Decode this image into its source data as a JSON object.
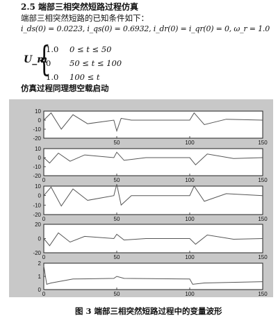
{
  "section": {
    "heading": "2.5 端部三相突然短路过程仿真"
  },
  "intro": "端部三相突然短路的已知条件如下：",
  "init_conditions": "i_ds(0) = 0.0223, i_qs(0) = 0.6932, i_dr(0) = i_qr(0) = 0, ω_r = 1.0",
  "voltage": {
    "symbol": "U_m",
    "cases": [
      {
        "value": "1.0",
        "condition": "0 ≤ t ≤ 50"
      },
      {
        "value": "0",
        "condition": "50 ≤ t ≤ 100"
      },
      {
        "value": "1.0",
        "condition": "100 ≤ t"
      }
    ]
  },
  "sim_note": "仿真过程同理想空载启动",
  "figure": {
    "caption": "图 3  端部三相突然短路过程中的变量波形",
    "colors": {
      "frame": "#c8c8c8",
      "panel": "#ffffff",
      "trace": "#555555"
    }
  },
  "chart_data": [
    {
      "type": "line",
      "title": "",
      "xlim": [
        0,
        150
      ],
      "ylim": [
        -20,
        10
      ],
      "xticks": [
        "",
        "50",
        "100",
        "150"
      ],
      "yticks": [
        "10",
        "0",
        "-10",
        "-20"
      ],
      "series": [
        {
          "x": [
            0,
            5,
            12,
            20,
            30,
            48,
            50,
            53,
            60,
            100,
            103,
            110,
            125,
            150
          ],
          "y": [
            0,
            8,
            -10,
            6,
            -4,
            0,
            -12,
            2,
            0,
            0,
            8,
            -5,
            1,
            0
          ]
        }
      ]
    },
    {
      "type": "line",
      "title": "",
      "xlim": [
        0,
        150
      ],
      "ylim": [
        -20,
        10
      ],
      "xticks": [
        "0",
        "50",
        "100",
        "150"
      ],
      "yticks": [
        "10",
        "0",
        "-10",
        "-20"
      ],
      "series": [
        {
          "x": [
            0,
            4,
            10,
            18,
            28,
            48,
            50,
            55,
            70,
            100,
            104,
            112,
            130,
            150
          ],
          "y": [
            0,
            -6,
            5,
            -4,
            3,
            0,
            6,
            -3,
            0,
            0,
            -8,
            4,
            -1,
            0
          ]
        }
      ]
    },
    {
      "type": "line",
      "title": "",
      "xlim": [
        0,
        150
      ],
      "ylim": [
        -20,
        10
      ],
      "xticks": [
        "0",
        "50",
        "100",
        "150"
      ],
      "yticks": [
        "10",
        "0",
        "-10",
        "-20"
      ],
      "series": [
        {
          "x": [
            0,
            5,
            12,
            20,
            30,
            48,
            50,
            53,
            60,
            100,
            103,
            110,
            125,
            150
          ],
          "y": [
            0,
            9,
            -11,
            7,
            -5,
            0,
            12,
            -10,
            0,
            0,
            10,
            -6,
            2,
            0
          ]
        }
      ]
    },
    {
      "type": "line",
      "title": "",
      "xlim": [
        0,
        150
      ],
      "ylim": [
        -20,
        20
      ],
      "xticks": [
        "0",
        "50",
        "100",
        "150"
      ],
      "yticks": [
        "20",
        "0",
        "-20"
      ],
      "series": [
        {
          "x": [
            0,
            4,
            10,
            18,
            28,
            48,
            50,
            55,
            70,
            100,
            104,
            112,
            130,
            150
          ],
          "y": [
            0,
            -10,
            8,
            -5,
            3,
            0,
            6,
            -2,
            0,
            0,
            -8,
            5,
            -1,
            0
          ]
        }
      ]
    },
    {
      "type": "line",
      "title": "",
      "xlim": [
        0,
        150
      ],
      "ylim": [
        0,
        2
      ],
      "xticks": [
        "0",
        "50",
        "100",
        "150"
      ],
      "yticks": [
        "2",
        "1",
        "0"
      ],
      "series": [
        {
          "x": [
            0,
            2,
            5,
            20,
            48,
            50,
            55,
            100,
            102,
            110,
            150
          ],
          "y": [
            1.8,
            0.4,
            0.5,
            0.8,
            0.85,
            1.0,
            0.85,
            0.8,
            0.4,
            0.5,
            0.6
          ]
        }
      ]
    }
  ]
}
